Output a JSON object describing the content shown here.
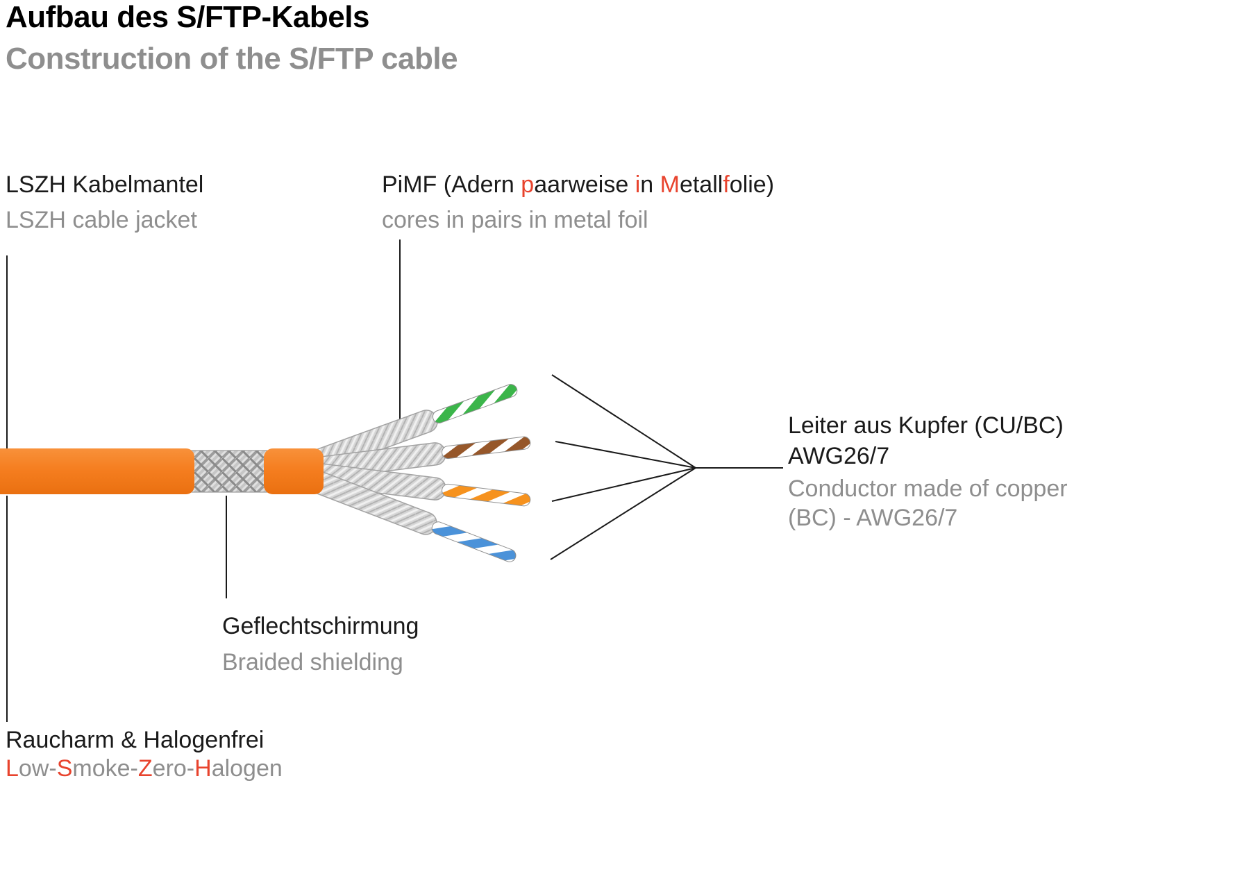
{
  "header": {
    "title": "Aufbau des S/FTP-Kabels",
    "subtitle": "Construction of the S/FTP cable"
  },
  "callouts": {
    "jacket": {
      "de": "LSZH Kabelmantel",
      "en": "LSZH cable jacket"
    },
    "pimf": {
      "de_segments": [
        {
          "text": "PiMF (Adern "
        },
        {
          "text": "p",
          "color": "#e8432d"
        },
        {
          "text": "aarweise "
        },
        {
          "text": "i",
          "color": "#e8432d"
        },
        {
          "text": "n "
        },
        {
          "text": "M",
          "color": "#e8432d"
        },
        {
          "text": "etall"
        },
        {
          "text": "f",
          "color": "#e8432d"
        },
        {
          "text": "olie)"
        }
      ],
      "en": "cores in pairs in metal foil"
    },
    "conductor": {
      "de_line1": "Leiter aus Kupfer (CU/BC)",
      "de_line2": "AWG26/7",
      "en_line1": "Conductor made of copper",
      "en_line2": "(BC) - AWG26/7"
    },
    "braid": {
      "de": "Geflechtschirmung",
      "en": "Braided shielding"
    },
    "lszh_property": {
      "de": "Raucharm & Halogenfrei",
      "en_segments": [
        {
          "text": "L",
          "color": "#e8432d"
        },
        {
          "text": "ow-"
        },
        {
          "text": "S",
          "color": "#e8432d"
        },
        {
          "text": "moke-"
        },
        {
          "text": "Z",
          "color": "#e8432d"
        },
        {
          "text": "ero-"
        },
        {
          "text": "H",
          "color": "#e8432d"
        },
        {
          "text": "alogen"
        }
      ]
    }
  },
  "colors": {
    "text_black": "#1a1a1a",
    "text_gray": "#8e8e8e",
    "accent_red": "#e8432d",
    "jacket_orange": "#f57e20",
    "braid_silver": "#e0e0e0",
    "foil_silver": "#d6d6d6",
    "wire_green": "#3bb54a",
    "wire_brown": "#96572a",
    "wire_orange": "#f6921e",
    "wire_blue": "#4b92d9",
    "wire_white": "#ffffff",
    "line_black": "#1a1a1a"
  },
  "diagram": {
    "parts": [
      "cable-jacket",
      "braided-shield",
      "foil-wrapped-pairs",
      "copper-conductors"
    ],
    "wire_pairs": [
      "green-white",
      "brown-white",
      "orange-white",
      "blue-white"
    ]
  }
}
